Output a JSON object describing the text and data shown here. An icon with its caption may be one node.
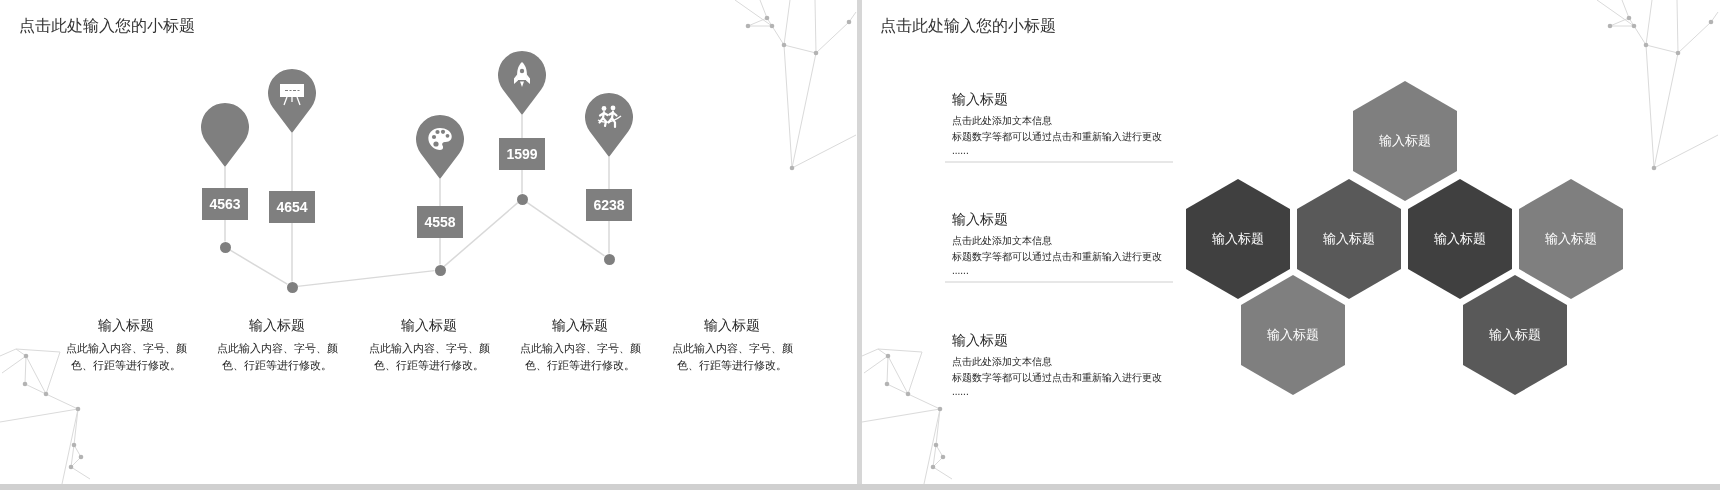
{
  "diagram": {
    "nodes": [
      {
        "text": [],
        "shape": "pin"
      },
      {
        "text": [
          "4563"
        ]
      },
      {
        "text": [],
        "shape": "circle"
      },
      {
        "text": [],
        "shape": "pin"
      },
      {
        "text": [
          "4654"
        ]
      },
      {
        "text": [],
        "shape": "circle"
      },
      {
        "text": [],
        "shape": "pin"
      },
      {
        "text": [
          "4558"
        ]
      },
      {
        "text": [],
        "shape": "circle"
      },
      {
        "text": [],
        "shape": "pin"
      },
      {
        "text": [
          "1599"
        ]
      },
      {
        "text": [],
        "shape": "circle"
      },
      {
        "text": [],
        "shape": "pin"
      },
      {
        "text": [
          "6238"
        ]
      },
      {
        "text": [],
        "shape": "circle"
      },
      {
        "text": [
          "输入标题"
        ]
      },
      {
        "text": [
          "输入标题"
        ]
      },
      {
        "text": [
          "输入标题"
        ]
      },
      {
        "text": [
          "输入标题"
        ]
      },
      {
        "text": [
          "输入标题"
        ]
      },
      {
        "text": [
          "输入标题"
        ]
      },
      {
        "text": [
          "输入标题"
        ]
      }
    ],
    "edges": [
      {
        "from": 0,
        "to": 1,
        "arrow": "none"
      },
      {
        "from": 1,
        "to": 2,
        "arrow": "none"
      },
      {
        "from": 3,
        "to": 4,
        "arrow": "none"
      },
      {
        "from": 4,
        "to": 5,
        "arrow": "none"
      },
      {
        "from": 6,
        "to": 7,
        "arrow": "none"
      },
      {
        "from": 7,
        "to": 8,
        "arrow": "none"
      },
      {
        "from": 9,
        "to": 10,
        "arrow": "none"
      },
      {
        "from": 10,
        "to": 11,
        "arrow": "none"
      },
      {
        "from": 12,
        "to": 13,
        "arrow": "none"
      },
      {
        "from": 13,
        "to": 14,
        "arrow": "none"
      },
      {
        "from": 2,
        "to": 5,
        "arrow": "none"
      },
      {
        "from": 5,
        "to": 8,
        "arrow": "none"
      },
      {
        "from": 8,
        "to": 11,
        "arrow": "none"
      },
      {
        "from": 11,
        "to": 14,
        "arrow": "none"
      }
    ],
    "labels": [
      "点击此处输入您的小标题",
      "输入标题",
      "点此输入内容、字号、颜色、行距等进行修改。",
      "输入标题",
      "点此输入内容、字号、颜色、行距等进行修改。",
      "输入标题",
      "点此输入内容、字号、颜色、行距等进行修改。",
      "输入标题",
      "点此输入内容、字号、颜色、行距等进行修改。",
      "输入标题",
      "点此输入内容、字号、颜色、行距等进行修改。",
      "点击此处输入您的小标题",
      "输入标题",
      "点击此处添加文本信息",
      "标题数字等都可以通过点击和重新输入进行更改",
      "......",
      "输入标题",
      "点击此处添加文本信息",
      "标题数字等都可以通过点击和重新输入进行更改",
      "......",
      "输入标题",
      "点击此处添加文本信息",
      "标题数字等都可以通过点击和重新输入进行更改",
      "......"
    ]
  }
}
